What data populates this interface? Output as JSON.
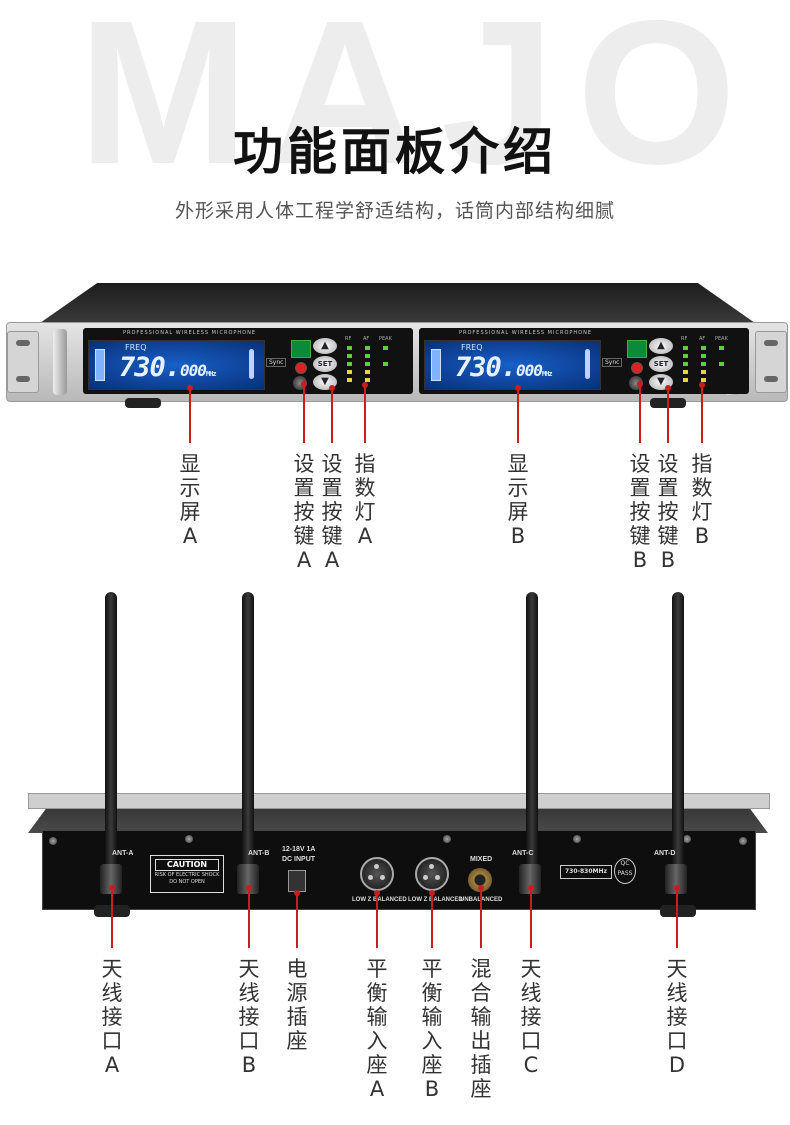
{
  "background_word": "MAJOR",
  "title": "功能面板介绍",
  "subtitle": "外形采用人体工程学舒适结构，话筒内部结构细腻",
  "front_panel": {
    "brand": "PROFESSIONAL WIRELESS MICROPHONE",
    "freq_label": "FREQ",
    "freq_main": "730.",
    "freq_decimal": "000",
    "freq_unit": "MHz",
    "sync": "Sync",
    "set": "SET",
    "led_labels": [
      "RF",
      "AF",
      "PEAK"
    ]
  },
  "rear_panel": {
    "ant_labels": [
      "ANT-A",
      "ANT-B",
      "ANT-C",
      "ANT-D"
    ],
    "caution_title": "CAUTION",
    "caution_line1": "RISK OF ELECTRIC SHOCK",
    "caution_line2": "DO NOT OPEN",
    "dc_rating": "12-18V 1A",
    "dc_input": "DC INPUT",
    "balanced_label": "LOW Z BALANCED",
    "mixed_label": "MIXED",
    "unbalanced_label": "UNBALANCED",
    "freq_range": "730-830MHz",
    "qc": "QC",
    "pass": "PASS"
  },
  "front_callouts": [
    {
      "chars": [
        "显",
        "示",
        "屏",
        "A"
      ]
    },
    {
      "chars": [
        "设",
        "置",
        "按",
        "键",
        "A"
      ]
    },
    {
      "chars": [
        "设",
        "置",
        "按",
        "键",
        "A"
      ]
    },
    {
      "chars": [
        "指",
        "数",
        "灯",
        "A"
      ]
    },
    {
      "chars": [
        "显",
        "示",
        "屏",
        "B"
      ]
    },
    {
      "chars": [
        "设",
        "置",
        "按",
        "键",
        "B"
      ]
    },
    {
      "chars": [
        "设",
        "置",
        "按",
        "键",
        "B"
      ]
    },
    {
      "chars": [
        "指",
        "数",
        "灯",
        "B"
      ]
    }
  ],
  "rear_callouts": [
    {
      "chars": [
        "天",
        "线",
        "接",
        "口",
        "A"
      ]
    },
    {
      "chars": [
        "天",
        "线",
        "接",
        "口",
        "B"
      ]
    },
    {
      "chars": [
        "电",
        "源",
        "插",
        "座"
      ]
    },
    {
      "chars": [
        "平",
        "衡",
        "输",
        "入",
        "座",
        "A"
      ]
    },
    {
      "chars": [
        "平",
        "衡",
        "输",
        "入",
        "座",
        "B"
      ]
    },
    {
      "chars": [
        "混",
        "合",
        "输",
        "出",
        "插",
        "座"
      ]
    },
    {
      "chars": [
        "天",
        "线",
        "接",
        "口",
        "C"
      ]
    },
    {
      "chars": [
        "天",
        "线",
        "接",
        "口",
        "D"
      ]
    }
  ]
}
